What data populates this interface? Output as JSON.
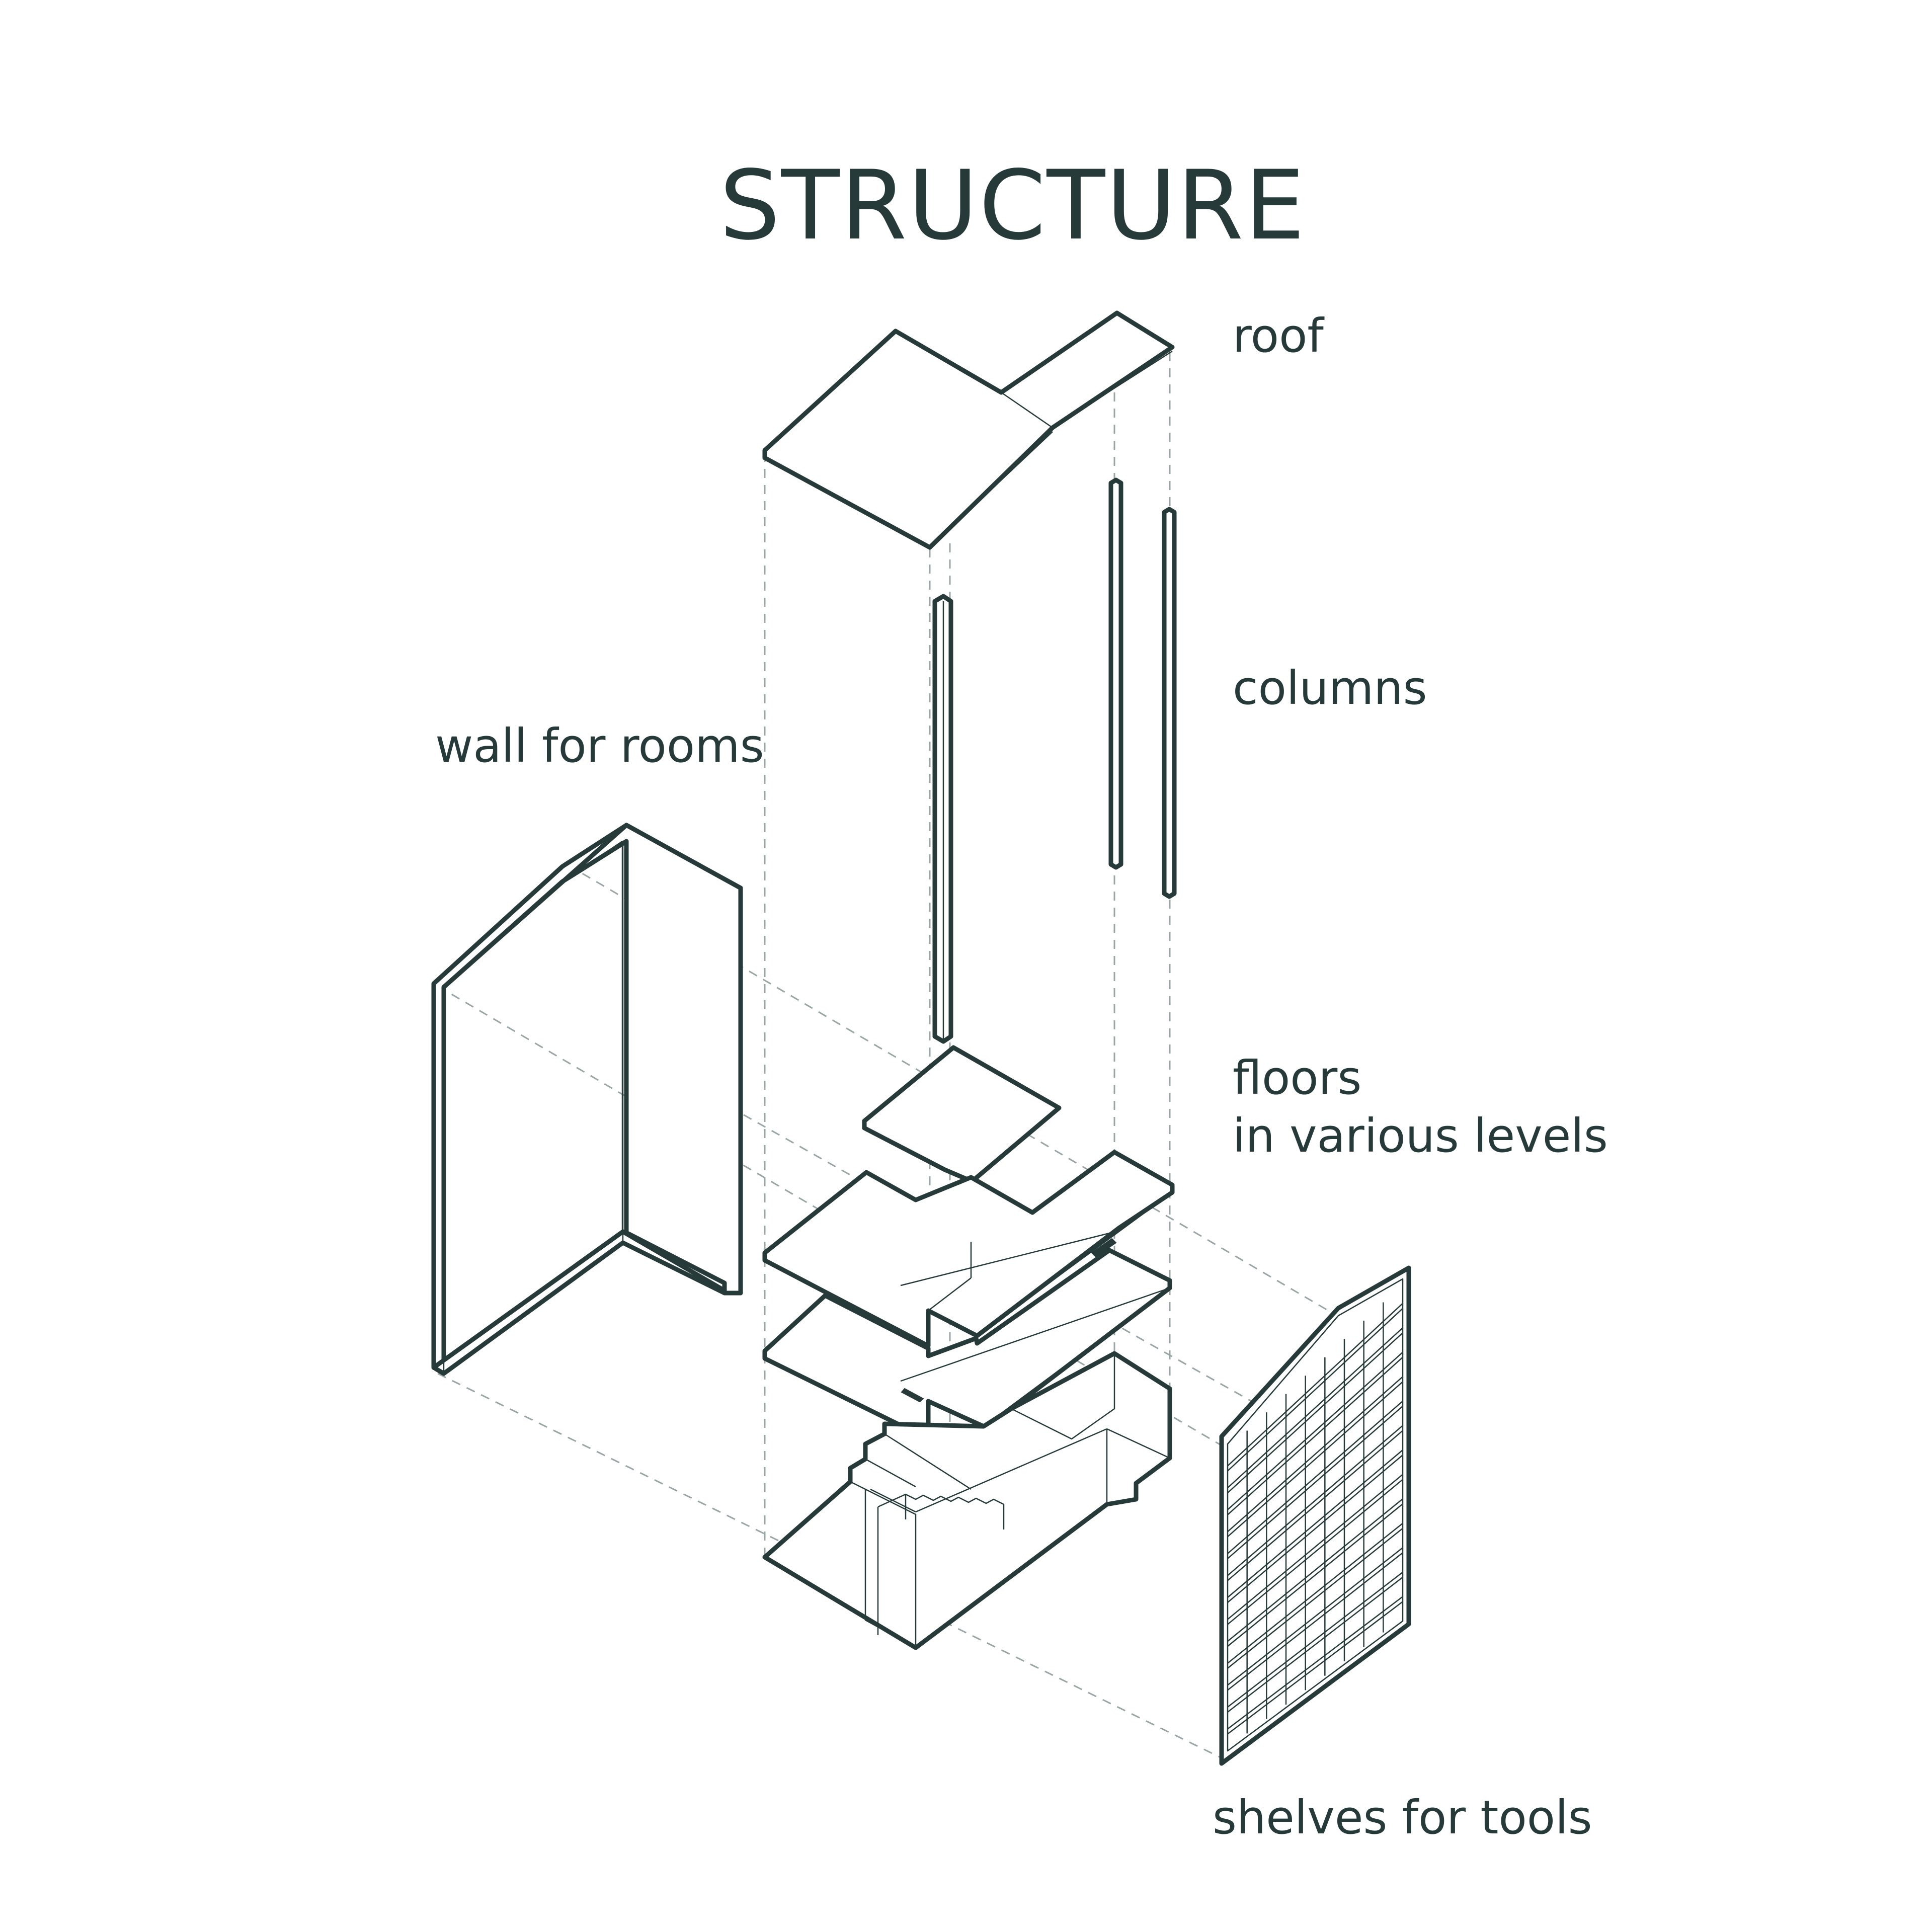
{
  "title": "STRUCTURE",
  "labels": {
    "roof": "roof",
    "columns": "columns",
    "wall": "wall for rooms",
    "floors_line1": "floors",
    "floors_line2": "in various levels",
    "shelves": "shelves for tools"
  },
  "colors": {
    "ink": "#263a3a",
    "guide": "#9aa5a5",
    "background": "#ffffff"
  }
}
